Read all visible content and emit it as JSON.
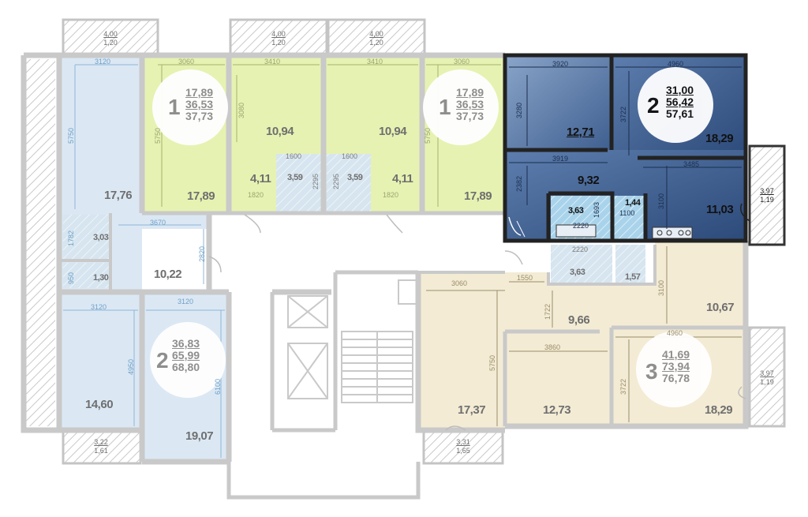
{
  "apartments": [
    {
      "id": "apt-left-blue",
      "rooms": "2",
      "areas": [
        "36,83",
        "65,99",
        "68,80"
      ],
      "color": "#dbe8f4"
    },
    {
      "id": "apt-green-1",
      "rooms": "1",
      "areas": [
        "17,89",
        "36,53",
        "37,73"
      ],
      "color": "#e6f2b2"
    },
    {
      "id": "apt-green-2",
      "rooms": "1",
      "areas": [
        "17,89",
        "36,53",
        "37,73"
      ],
      "color": "#e6f2b2"
    },
    {
      "id": "apt-selected",
      "rooms": "2",
      "areas": [
        "31,00",
        "56,42",
        "57,61"
      ],
      "color": "#4f6e9e"
    },
    {
      "id": "apt-beige",
      "rooms": "3",
      "areas": [
        "41,69",
        "73,94",
        "76,78"
      ],
      "color": "#f3ebd4"
    }
  ],
  "room_areas": {
    "left_top_room": "17,76",
    "left_hall": "10,22",
    "left_bath": "3,03",
    "left_wc": "1,30",
    "left_kitchen": "14,60",
    "left_bedroom": "19,07",
    "g1_room": "17,89",
    "g1_kitchen": "10,94",
    "g1_hall": "4,11",
    "g1_bath": "3,59",
    "g2_room": "17,89",
    "g2_kitchen": "10,94",
    "g2_hall": "4,11",
    "g2_bath": "3,59",
    "sel_room1": "12,71",
    "sel_room2": "18,29",
    "sel_hall": "9,32",
    "sel_bath": "3,63",
    "sel_wc": "1,44",
    "sel_kitchen": "11,03",
    "b_kitchen": "17,37",
    "b_room1": "12,73",
    "b_hall": "9,66",
    "b_room2": "18,29",
    "b_kitchen2": "10,67",
    "b_bath": "3,63",
    "b_wc": "1,57"
  },
  "balconies": [
    {
      "id": "bal-top-1",
      "values": [
        "4,00",
        "1,20"
      ]
    },
    {
      "id": "bal-top-2",
      "values": [
        "4,00",
        "1,20"
      ]
    },
    {
      "id": "bal-top-3",
      "values": [
        "4,00",
        "1,20"
      ]
    },
    {
      "id": "bal-right-1",
      "values": [
        "3,97",
        "1,19"
      ]
    },
    {
      "id": "bal-right-2",
      "values": [
        "3,97",
        "1,19"
      ]
    },
    {
      "id": "bal-bottom-1",
      "values": [
        "3,22",
        "1,61"
      ]
    },
    {
      "id": "bal-bottom-2",
      "values": [
        "3,31",
        "1,65"
      ]
    }
  ],
  "dimensions": {
    "d3120a": "3120",
    "d5750a": "5750",
    "d3670": "3670",
    "d2820": "2820",
    "d1782": "1782",
    "d950": "950",
    "d3120b": "3120",
    "d3120c": "3120",
    "d4950": "4950",
    "d6100": "6100",
    "d3060a": "3060",
    "d5750b": "5750",
    "d3410a": "3410",
    "d3080": "3080",
    "d1820a": "1820",
    "d1600a": "1600",
    "d2295a": "2295",
    "d3410b": "3410",
    "d3060b": "3060",
    "d5750c": "5750",
    "d1820b": "1820",
    "d1600b": "1600",
    "d2295b": "2295",
    "d3920": "3920",
    "d3280": "3280",
    "d4960a": "4960",
    "d3722a": "3722",
    "d3919": "3919",
    "d2382": "2382",
    "d3485": "3485",
    "d3100a": "3100",
    "d2220a": "2220",
    "d1693": "1693",
    "d1100": "1100",
    "d3060c": "3060",
    "d1550": "1550",
    "d1722": "1722",
    "d5750d": "5750",
    "d3860": "3860",
    "d4960b": "4960",
    "d3722b": "3722",
    "d3100b": "3100",
    "d2220b": "2220"
  }
}
